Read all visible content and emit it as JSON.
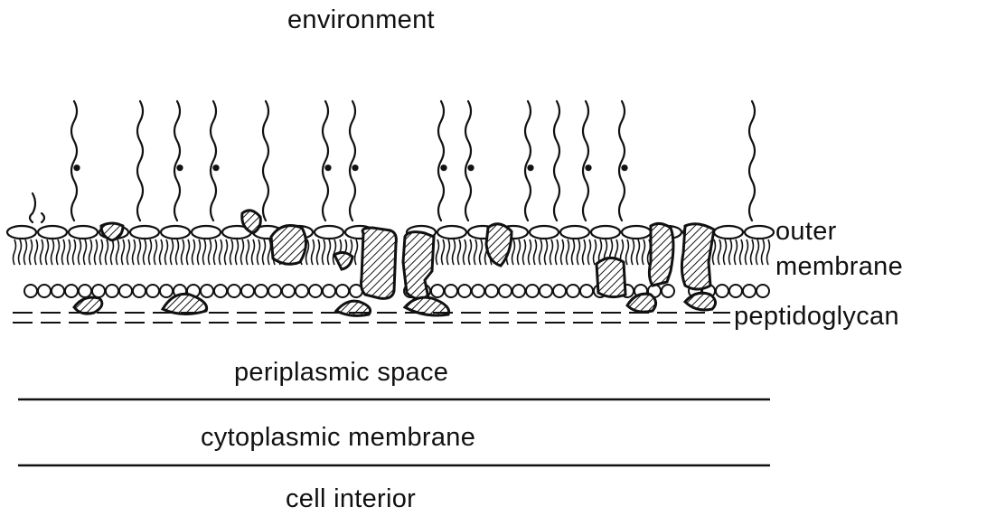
{
  "labels": {
    "environment": "environment",
    "outer": "outer",
    "membrane": "membrane",
    "peptidoglycan": "peptidoglycan",
    "periplasmic_space": "periplasmic space",
    "cytoplasmic_membrane": "cytoplasmic membrane",
    "cell_interior": "cell interior"
  },
  "colors": {
    "ink": "#111111",
    "background": "#ffffff"
  }
}
